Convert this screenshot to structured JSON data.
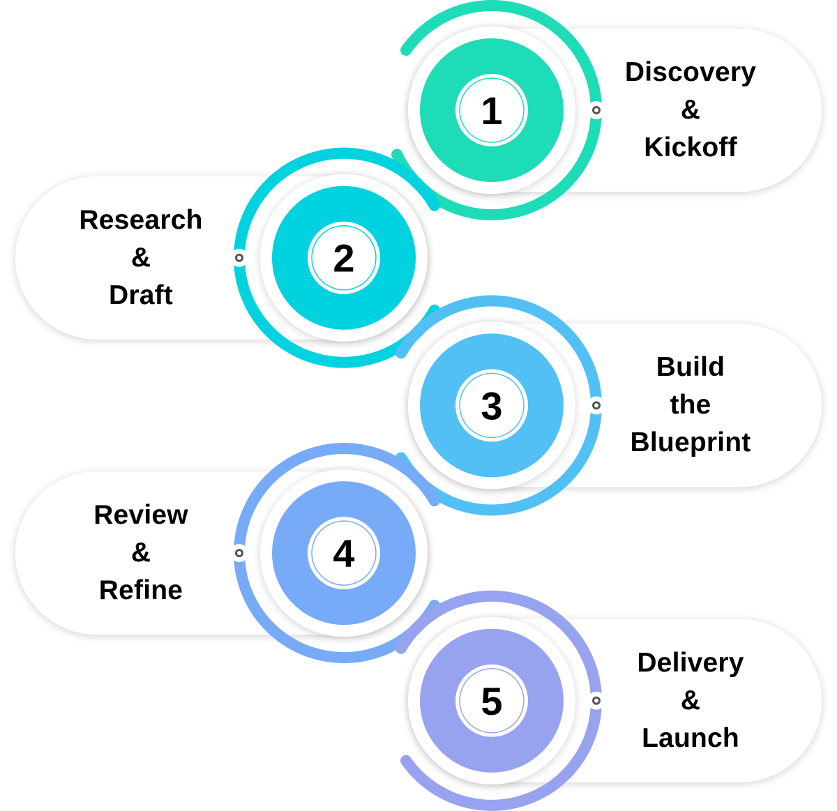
{
  "title": "Five-step process",
  "steps": [
    {
      "number": "1",
      "line1": "Discovery",
      "line2": "&",
      "line3": "Kickoff",
      "color": "#1edcb8",
      "side": "right"
    },
    {
      "number": "2",
      "line1": "Research",
      "line2": "&",
      "line3": "Draft",
      "color": "#00d2e0",
      "side": "left"
    },
    {
      "number": "3",
      "line1": "Build",
      "line2": "the",
      "line3": "Blueprint",
      "color": "#52c0f4",
      "side": "right"
    },
    {
      "number": "4",
      "line1": "Review",
      "line2": "&",
      "line3": "Refine",
      "color": "#78abf7",
      "side": "left"
    },
    {
      "number": "5",
      "line1": "Delivery",
      "line2": "&",
      "line3": "Launch",
      "color": "#97a3ef",
      "side": "right"
    }
  ],
  "colors": {
    "pill": "#ffffff",
    "text": "#000000",
    "dot": "#555555"
  }
}
